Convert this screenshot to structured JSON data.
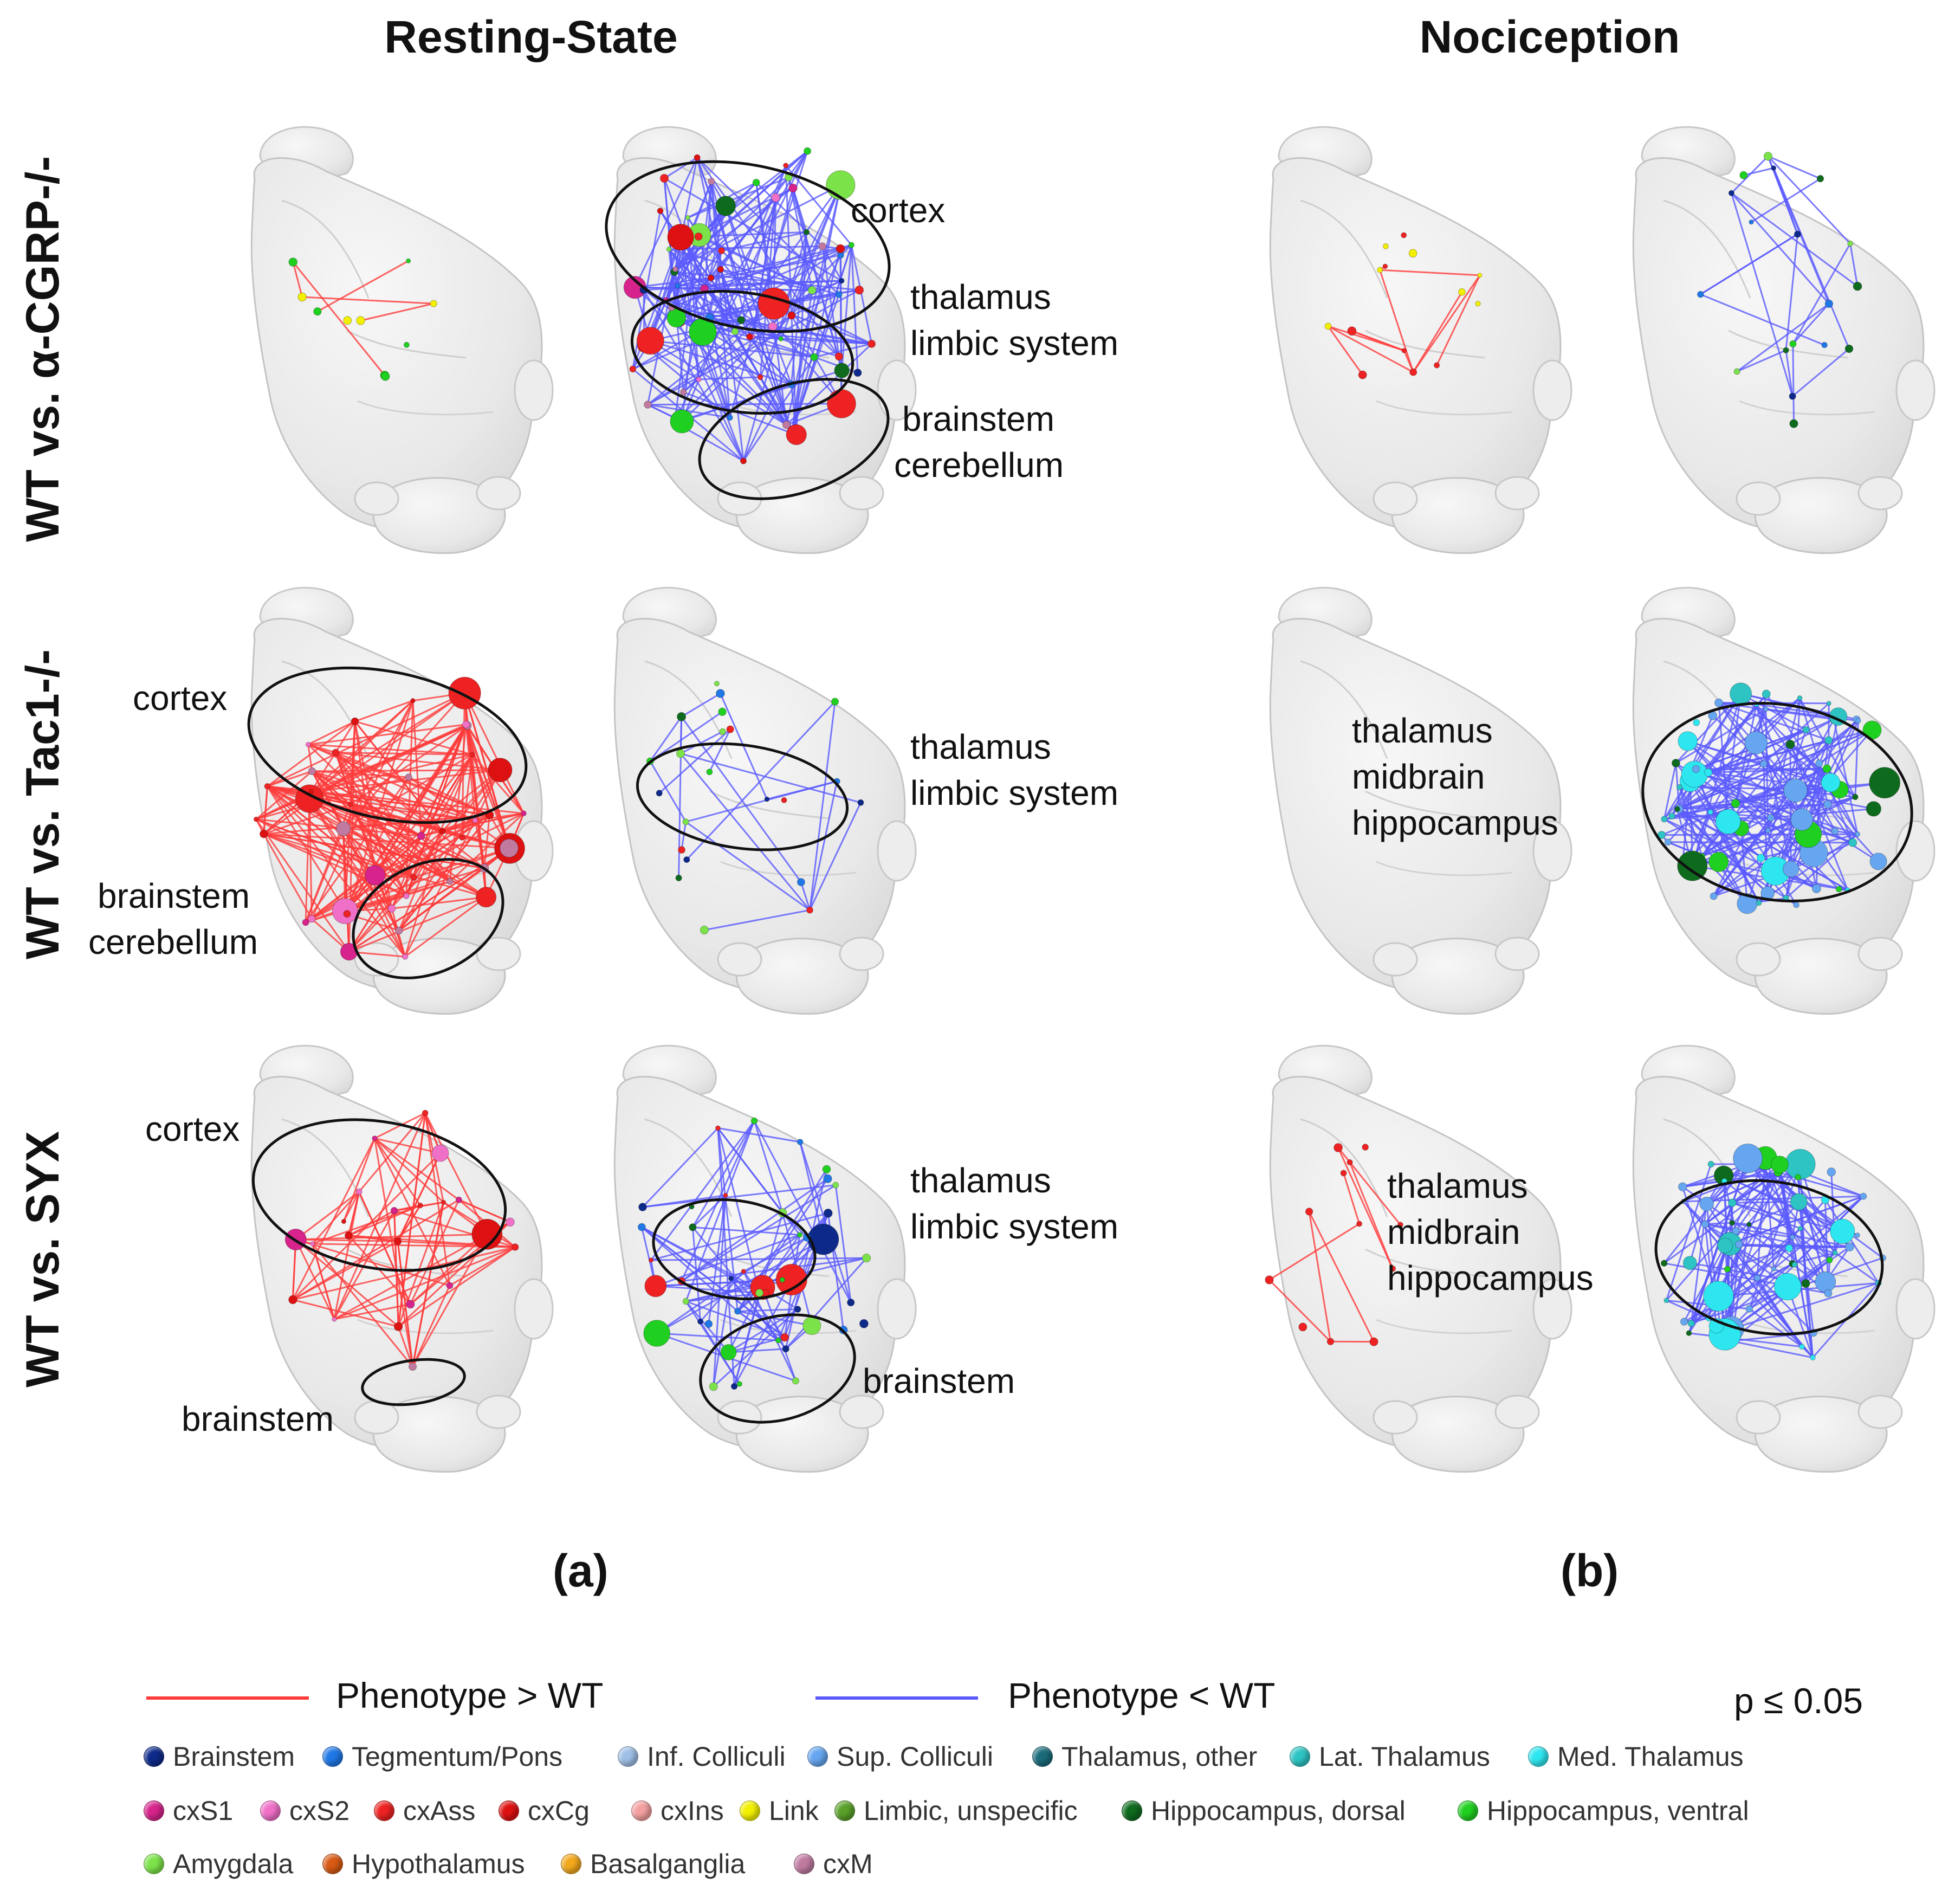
{
  "columns": [
    "Resting-State",
    "Nociception"
  ],
  "rows": [
    "WT vs. α-CGRP-/-",
    "WT vs. Tac1-/-",
    "WT vs. SYX"
  ],
  "panel_labels": [
    "(a)",
    "(b)"
  ],
  "region_labels": {
    "cortex": "cortex",
    "thalamus": "thalamus",
    "limbic_system": "limbic system",
    "brainstem": "brainstem",
    "cerebellum": "cerebellum",
    "midbrain": "midbrain",
    "hippocampus": "hippocampus"
  },
  "legend": {
    "red_line": "Phenotype > WT",
    "blue_line": "Phenotype < WT",
    "pvalue": "p ≤ 0.05",
    "red_color": "#ff3b3b",
    "blue_color": "#5a5aff",
    "regions": [
      {
        "label": "Brainstem",
        "color": "#0d2a8a"
      },
      {
        "label": "Tegmentum/Pons",
        "color": "#1f78e6"
      },
      {
        "label": "Inf. Colliculi",
        "color": "#9fbfe6"
      },
      {
        "label": "Sup. Colliculi",
        "color": "#66a6f0"
      },
      {
        "label": "Thalamus, other",
        "color": "#1a6b7a"
      },
      {
        "label": "Lat. Thalamus",
        "color": "#2ec4c4"
      },
      {
        "label": "Med. Thalamus",
        "color": "#2ee6f0"
      },
      {
        "label": "cxS1",
        "color": "#d6248c"
      },
      {
        "label": "cxS2",
        "color": "#f070c8"
      },
      {
        "label": "cxAss",
        "color": "#ee2222"
      },
      {
        "label": "cxCg",
        "color": "#dd1111"
      },
      {
        "label": "cxIns",
        "color": "#f4a0a0"
      },
      {
        "label": "Link",
        "color": "#f2f000"
      },
      {
        "label": "Limbic, unspecific",
        "color": "#5aa02a"
      },
      {
        "label": "Hippocampus, dorsal",
        "color": "#0e6b1e"
      },
      {
        "label": "Hippocampus, ventral",
        "color": "#20d020"
      },
      {
        "label": "Amygdala",
        "color": "#7ce24a"
      },
      {
        "label": "Hypothalamus",
        "color": "#d85a14"
      },
      {
        "label": "Basalganglia",
        "color": "#f2a81c"
      },
      {
        "label": "cxM",
        "color": "#c07aa0"
      }
    ]
  }
}
